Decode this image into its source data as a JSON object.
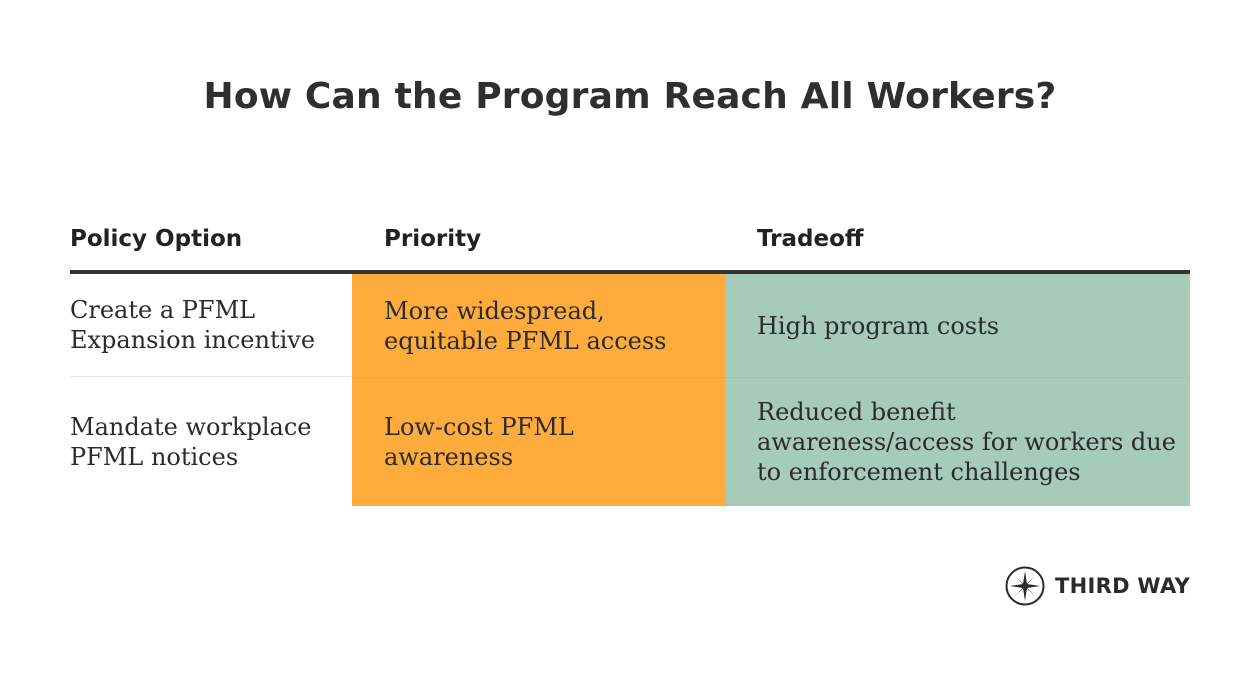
{
  "title": "How Can the Program Reach All Workers?",
  "table": {
    "headers": [
      "Policy Option",
      "Priority",
      "Tradeoff"
    ],
    "rows": [
      {
        "policy_option": "Create a PFML Expansion incentive",
        "priority": "More widespread, equitable PFML access",
        "tradeoff": "High program costs"
      },
      {
        "policy_option": "Mandate workplace PFML notices",
        "priority": "Low-cost PFML awareness",
        "tradeoff": "Reduced benefit awareness/access for workers due to enforcement challenges"
      }
    ]
  },
  "colors": {
    "priority_fill": "#ffac3d",
    "tradeoff_fill": "#a6cbb8",
    "header_rule": "#333333"
  },
  "logo": {
    "text": "THIRD WAY",
    "icon": "compass-star-icon"
  }
}
